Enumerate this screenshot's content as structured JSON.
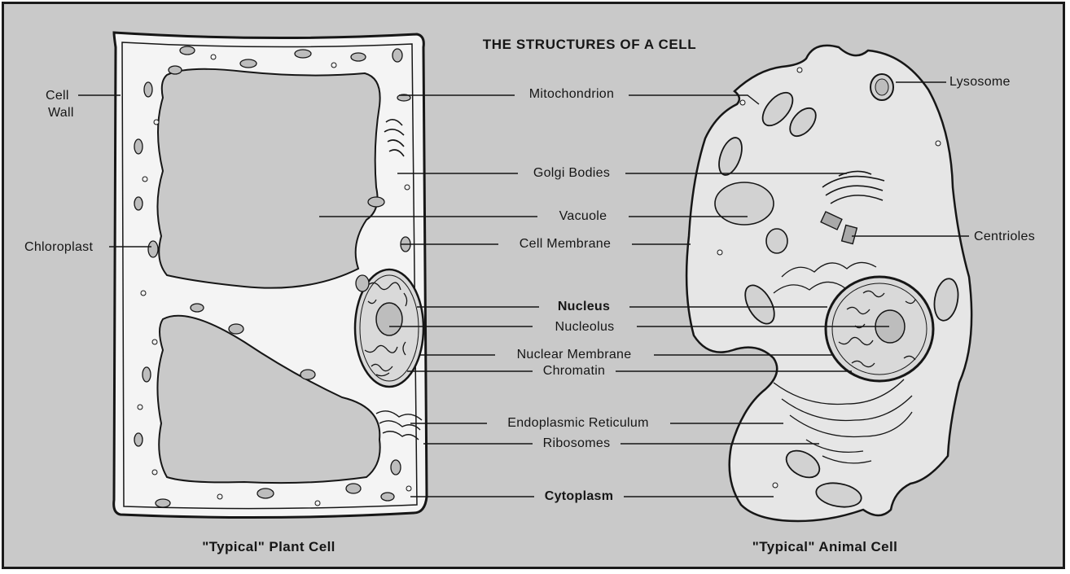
{
  "diagram": {
    "title": "THE STRUCTURES OF A CELL",
    "plant_caption": "\"Typical\" Plant Cell",
    "animal_caption": "\"Typical\" Animal Cell",
    "labels": {
      "cell_wall_line1": "Cell",
      "cell_wall_line2": "Wall",
      "chloroplast": "Chloroplast",
      "mitochondrion": "Mitochondrion",
      "golgi_bodies": "Golgi Bodies",
      "vacuole": "Vacuole",
      "cell_membrane": "Cell Membrane",
      "nucleus": "Nucleus",
      "nucleolus": "Nucleolus",
      "nuclear_membrane": "Nuclear Membrane",
      "chromatin": "Chromatin",
      "endoplasmic_reticulum": "Endoplasmic Reticulum",
      "ribosomes": "Ribosomes",
      "cytoplasm": "Cytoplasm",
      "lysosome": "Lysosome",
      "centrioles": "Centrioles"
    },
    "colors": {
      "background": "#c9c9c9",
      "frame": "#1a1a1a",
      "ink": "#161616",
      "plant_wall_fill": "#f4f4f4",
      "cytoplasm_fill": "#e6e6e6",
      "organelle_fill": "#bdbdbd"
    }
  }
}
